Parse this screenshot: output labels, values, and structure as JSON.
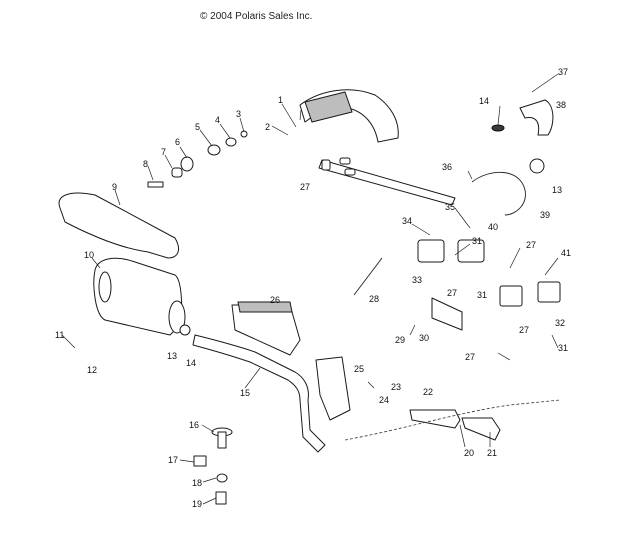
{
  "copyright": "© 2004 Polaris Sales Inc.",
  "callouts": [
    "1",
    "2",
    "3",
    "4",
    "5",
    "6",
    "7",
    "8",
    "9",
    "10",
    "11",
    "12",
    "13",
    "14",
    "14",
    "15",
    "16",
    "17",
    "18",
    "19",
    "20",
    "21",
    "22",
    "23",
    "24",
    "25",
    "26",
    "27",
    "27",
    "27",
    "27",
    "27",
    "28",
    "29",
    "30",
    "31",
    "31",
    "31",
    "32",
    "33",
    "34",
    "35",
    "36",
    "37",
    "38",
    "39",
    "40",
    "41",
    "13"
  ]
}
